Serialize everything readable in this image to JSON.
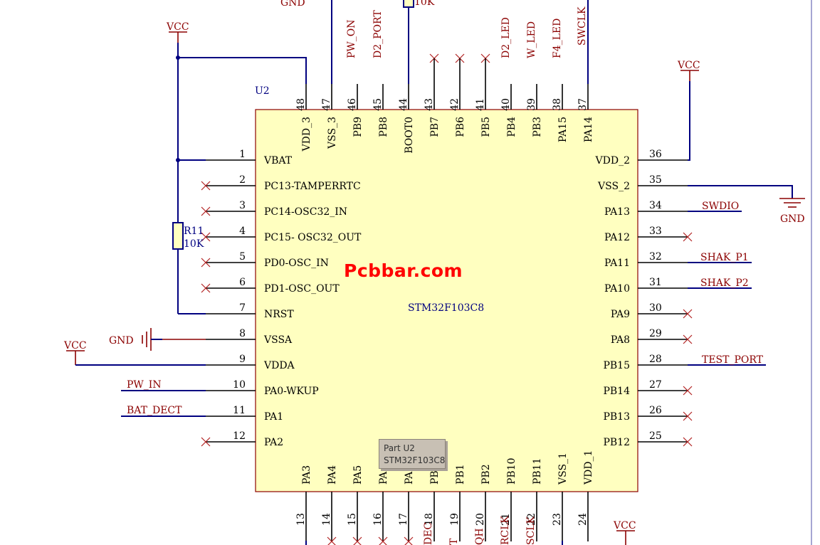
{
  "chip": {
    "designator": "U2",
    "part": "STM32F103C8",
    "fill": "#ffffc0",
    "left_pins": [
      {
        "num": "1",
        "name": "VBAT"
      },
      {
        "num": "2",
        "name": "PC13-TAMPERRTC"
      },
      {
        "num": "3",
        "name": "PC14-OSC32_IN"
      },
      {
        "num": "4",
        "name": "PC15-  OSC32_OUT"
      },
      {
        "num": "5",
        "name": "PD0-OSC_IN"
      },
      {
        "num": "6",
        "name": "PD1-OSC_OUT"
      },
      {
        "num": "7",
        "name": "NRST"
      },
      {
        "num": "8",
        "name": "VSSA"
      },
      {
        "num": "9",
        "name": "VDDA"
      },
      {
        "num": "10",
        "name": "PA0-WKUP"
      },
      {
        "num": "11",
        "name": "PA1"
      },
      {
        "num": "12",
        "name": "PA2"
      }
    ],
    "right_pins": [
      {
        "num": "36",
        "name": "VDD_2"
      },
      {
        "num": "35",
        "name": "VSS_2"
      },
      {
        "num": "34",
        "name": "PA13"
      },
      {
        "num": "33",
        "name": "PA12"
      },
      {
        "num": "32",
        "name": "PA11"
      },
      {
        "num": "31",
        "name": "PA10"
      },
      {
        "num": "30",
        "name": "PA9"
      },
      {
        "num": "29",
        "name": "PA8"
      },
      {
        "num": "28",
        "name": "PB15"
      },
      {
        "num": "27",
        "name": "PB14"
      },
      {
        "num": "26",
        "name": "PB13"
      },
      {
        "num": "25",
        "name": "PB12"
      }
    ],
    "top_pins": [
      {
        "num": "48",
        "name": "VDD_3"
      },
      {
        "num": "47",
        "name": "VSS_3"
      },
      {
        "num": "46",
        "name": "PB9"
      },
      {
        "num": "45",
        "name": "PB8"
      },
      {
        "num": "44",
        "name": "BOOT0"
      },
      {
        "num": "43",
        "name": "PB7"
      },
      {
        "num": "42",
        "name": "PB6"
      },
      {
        "num": "41",
        "name": "PB5"
      },
      {
        "num": "40",
        "name": "PB4"
      },
      {
        "num": "39",
        "name": "PB3"
      },
      {
        "num": "38",
        "name": "PA15"
      },
      {
        "num": "37",
        "name": "PA14"
      }
    ],
    "bottom_pins": [
      {
        "num": "13",
        "name": "PA3"
      },
      {
        "num": "14",
        "name": "PA4"
      },
      {
        "num": "15",
        "name": "PA5"
      },
      {
        "num": "16",
        "name": "PA"
      },
      {
        "num": "17",
        "name": "PA"
      },
      {
        "num": "18",
        "name": "PB"
      },
      {
        "num": "19",
        "name": "PB1"
      },
      {
        "num": "20",
        "name": "PB2"
      },
      {
        "num": "21",
        "name": "PB10"
      },
      {
        "num": "22",
        "name": "PB11"
      },
      {
        "num": "23",
        "name": "VSS_1"
      },
      {
        "num": "24",
        "name": "VDD_1"
      }
    ]
  },
  "nets": {
    "top": [
      "PW_ON",
      "D2_PORT",
      "D2_LED",
      "W_LED",
      "F4_LED",
      "SWCLK"
    ],
    "right": [
      "SWDIO",
      "SHAK_P1",
      "SHAK_P2",
      "TEST_PORT"
    ],
    "left": [
      "PW_IN",
      "BAT_DECT"
    ],
    "bottom_partial": [
      "DEC",
      "T",
      "QH",
      "RCLK",
      "SCLK"
    ],
    "gnd_top_partial": "GND",
    "res_top_partial": "10K"
  },
  "power": {
    "vcc": "VCC",
    "gnd": "GND"
  },
  "resistor": {
    "designator": "R11",
    "value": "10K"
  },
  "tooltip": {
    "line1": "Part U2",
    "line2": "STM32F103C8"
  },
  "watermark": "Pcbbar.com",
  "colors": {
    "wire": "#000080",
    "net_label": "#8b0000",
    "designator": "#000080",
    "pin_number": "#000000",
    "no_connect": "#b22222"
  }
}
